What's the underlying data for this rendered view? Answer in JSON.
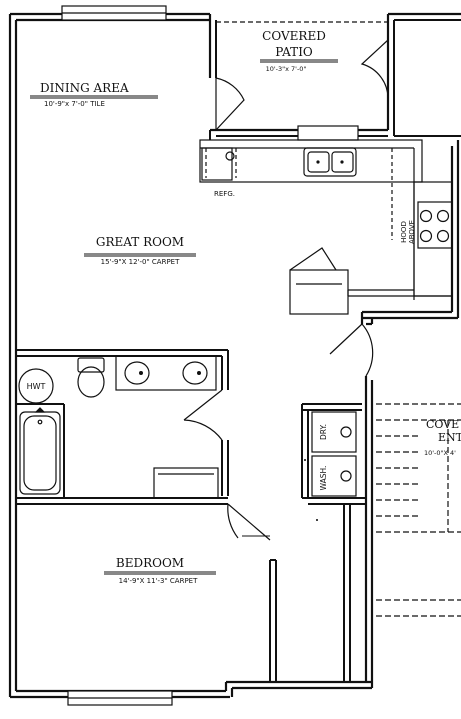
{
  "rooms": {
    "covered_patio": {
      "name_line1": "COVERED",
      "name_line2": "PATIO",
      "dims": "10'-3\"x 7'-0\""
    },
    "dining_area": {
      "name": "DINING AREA",
      "dims": "10'-9\"x 7'-0\" TILE"
    },
    "great_room": {
      "name": "GREAT ROOM",
      "dims": "15'-9\"X 12'-0\" CARPET"
    },
    "bedroom": {
      "name": "BEDROOM",
      "dims": "14'-9\"X 11'-3\" CARPET"
    },
    "covered_entry": {
      "name_line1": "COVE",
      "name_line2": "ENT",
      "dims": "10'-0\"X 4'"
    }
  },
  "fixtures": {
    "refrigerator": "REFG.",
    "hood_line1": "HOOD",
    "hood_line2": "ABOVE",
    "water_heater": "HWT",
    "dryer": "DRY.",
    "washer": "WASH."
  },
  "colors": {
    "line": "#111111",
    "background": "#ffffff"
  }
}
